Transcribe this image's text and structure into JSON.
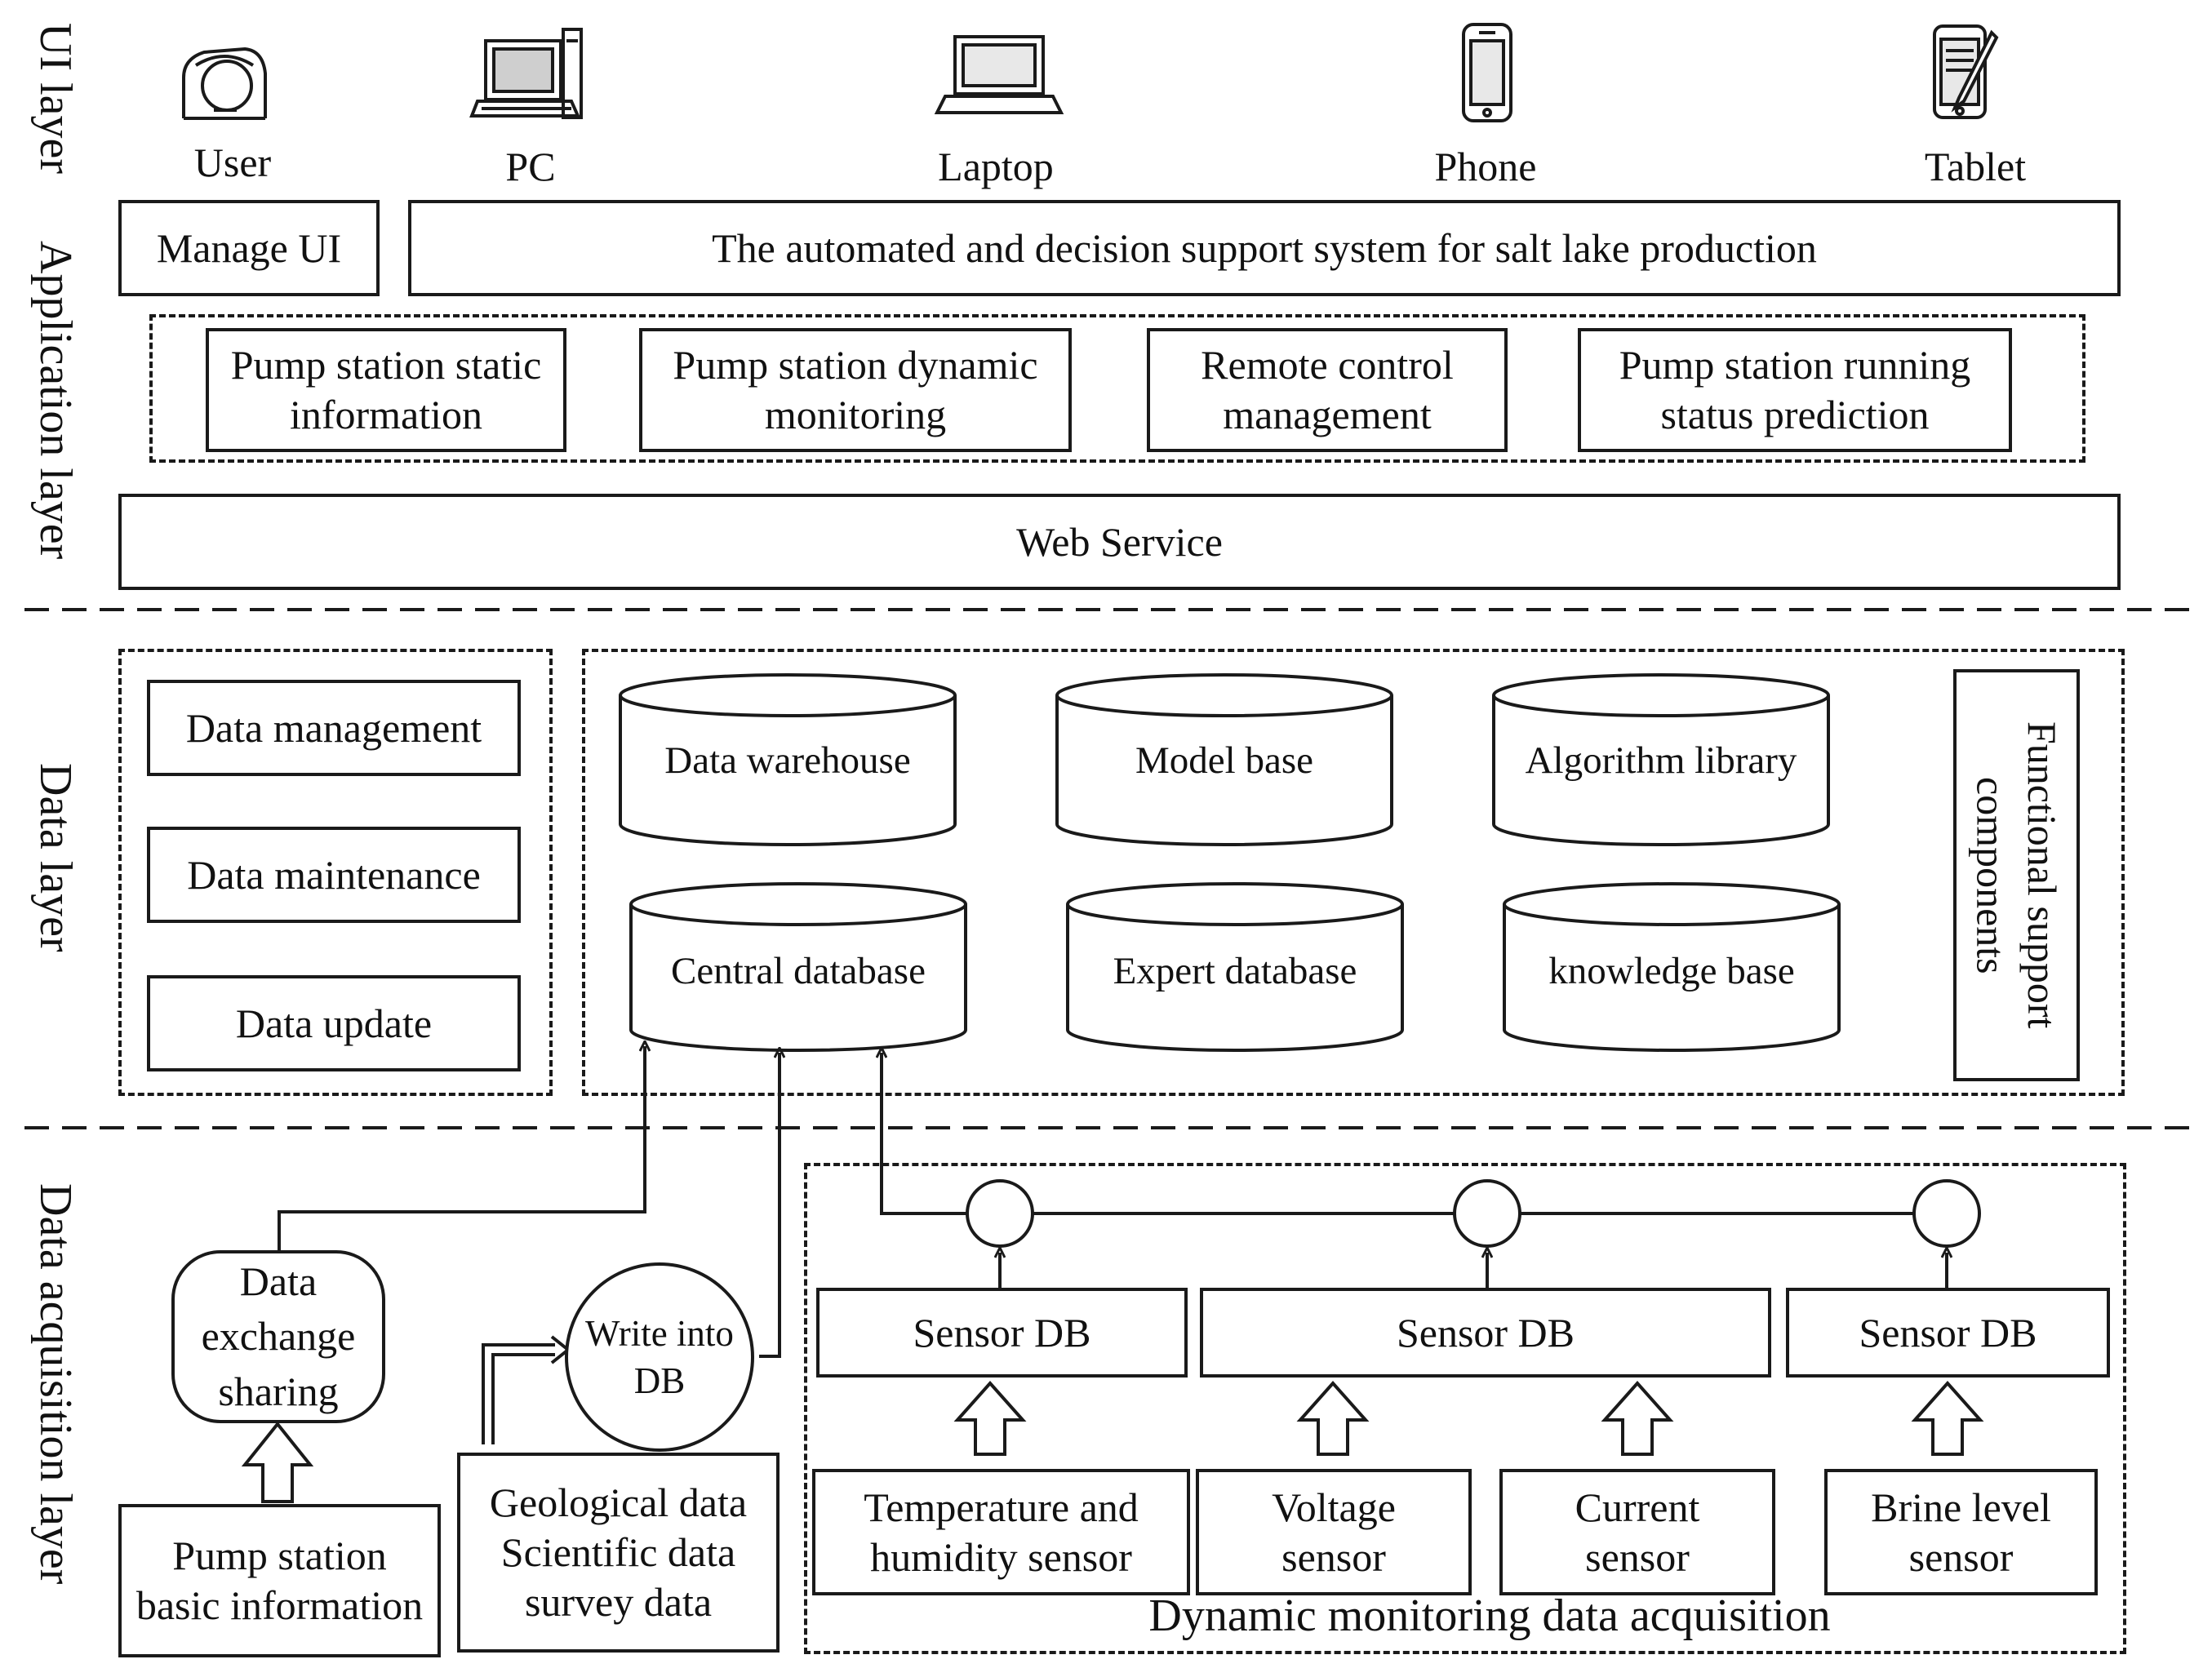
{
  "layers": {
    "ui": "UI layer",
    "application": "Application layer",
    "data": "Data layer",
    "acquisition": "Data acquisition layer"
  },
  "devices": [
    {
      "label": "User",
      "icon": "user-icon"
    },
    {
      "label": "PC",
      "icon": "pc-icon"
    },
    {
      "label": "Laptop",
      "icon": "laptop-icon"
    },
    {
      "label": "Phone",
      "icon": "phone-icon"
    },
    {
      "label": "Tablet",
      "icon": "tablet-icon"
    }
  ],
  "application": {
    "manage_ui": "Manage UI",
    "system_title": "The automated and decision support system  for salt lake production",
    "modules": [
      "Pump station static information",
      "Pump station dynamic monitoring",
      "Remote control management",
      "Pump station running status prediction"
    ],
    "web_service": "Web Service"
  },
  "data_layer": {
    "management": [
      "Data management",
      "Data maintenance",
      "Data update"
    ],
    "databases_top": [
      "Data warehouse",
      "Model base",
      "Algorithm library"
    ],
    "databases_bottom": [
      "Central database",
      "Expert database",
      "knowledge base"
    ],
    "support": "Functional support components"
  },
  "acquisition": {
    "exchange": "Data exchange sharing",
    "write_db": "Write into DB",
    "basic_info": "Pump station basic information",
    "geo_data": "Geological data Scientific data survey data",
    "sensor_dbs": [
      "Sensor DB",
      "Sensor DB",
      "Sensor DB"
    ],
    "sensors": [
      "Temperature and humidity sensor",
      "Voltage sensor",
      "Current sensor",
      "Brine level sensor"
    ],
    "dynamic_title": "Dynamic monitoring data acquisition"
  }
}
